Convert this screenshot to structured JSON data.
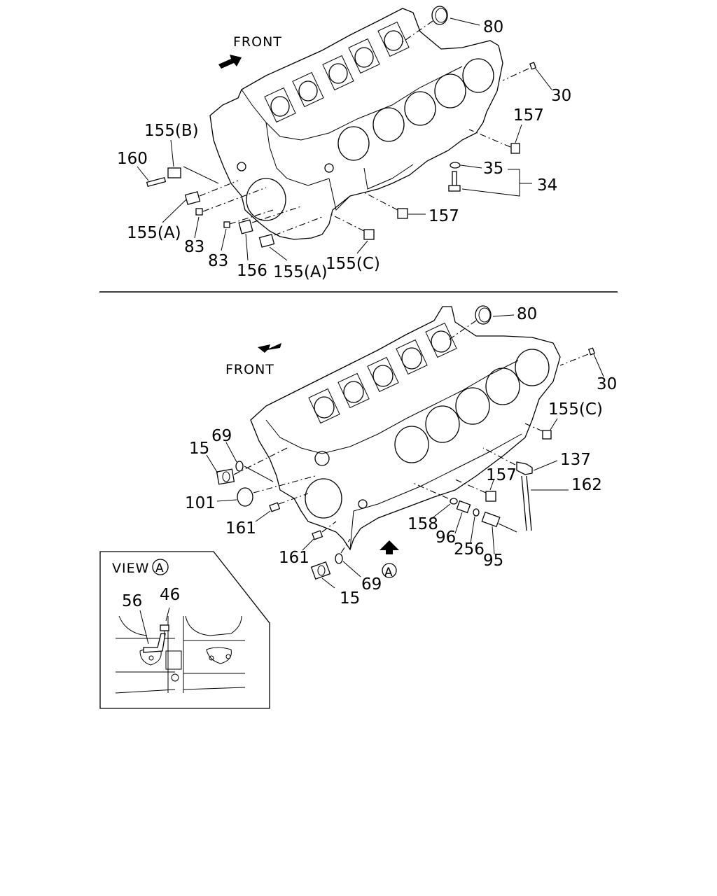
{
  "top": {
    "front_label": "FRONT",
    "callouts": [
      "80",
      "30",
      "157",
      "35",
      "34",
      "155(B)",
      "160",
      "155(A)",
      "83",
      "83",
      "156",
      "155(A)",
      "155(C)",
      "157"
    ]
  },
  "bottom": {
    "front_label": "FRONT",
    "callouts": [
      "80",
      "30",
      "155(C)",
      "137",
      "162",
      "157",
      "158",
      "96",
      "256",
      "95",
      "69",
      "15",
      "101",
      "161",
      "161",
      "15",
      "69"
    ],
    "view_marker": "A"
  },
  "inset": {
    "title_prefix": "VIEW",
    "title_marker": "A",
    "callouts": [
      "56",
      "46"
    ]
  },
  "icons": [
    "front-arrow-icon",
    "view-direction-arrow-icon"
  ]
}
